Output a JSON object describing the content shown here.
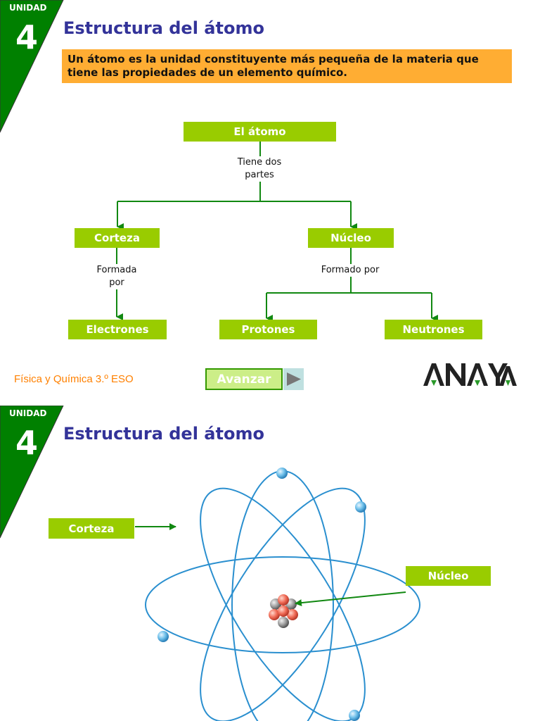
{
  "slide1": {
    "unit_label": "UNIDAD",
    "unit_number": "4",
    "title": "Estructura del átomo",
    "definition": "Un átomo es la unidad constituyente más pequeña de la materia que tiene las propiedades de un elemento químico.",
    "diagram": {
      "root": "El átomo",
      "root_edge": "Tiene dos partes",
      "left_node": "Corteza",
      "left_edge": "Formada por",
      "left_child": "Electrones",
      "right_node": "Núcleo",
      "right_edge": "Formado por",
      "right_child_1": "Protones",
      "right_child_2": "Neutrones"
    },
    "footer": "Física y Química 3.º ESO",
    "advance_button": "Avanzar",
    "logo_text": "ANAYA"
  },
  "slide2": {
    "unit_label": "UNIDAD",
    "unit_number": "4",
    "title": "Estructura del átomo",
    "label_left": "Corteza",
    "label_right": "Núcleo"
  },
  "colors": {
    "corner_green": "#008000",
    "title_blue": "#333399",
    "definition_orange": "#ffad33",
    "node_green": "#99cc00",
    "footer_orange": "#ff8000",
    "orbit_blue": "#2a8fcf"
  }
}
